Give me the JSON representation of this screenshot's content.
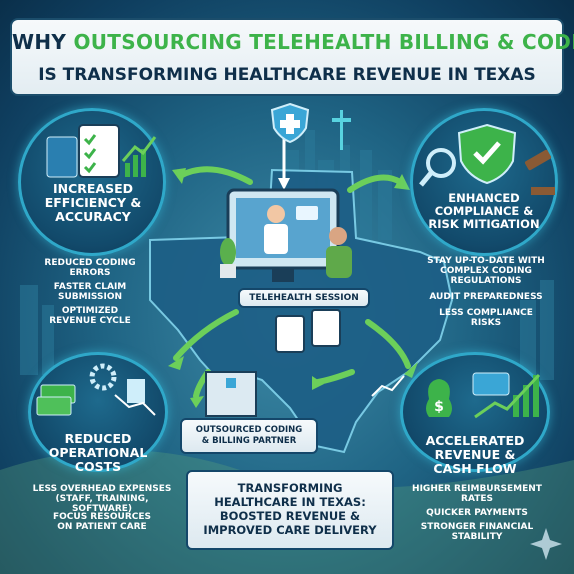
{
  "header": {
    "why": "WHY ",
    "highlight": "OUTSOURCING TELEHEALTH BILLING & CODING",
    "line2": "IS TRANSFORMING HEALTHCARE REVENUE IN TEXAS"
  },
  "center": {
    "session_label": "TELEHEALTH SESSION",
    "partner_line1": "OUTSOURCED CODING",
    "partner_line2": "& BILLING PARTNER"
  },
  "efficiency": {
    "title_lines": [
      "INCREASED",
      "EFFICIENCY &",
      "ACCURACY"
    ],
    "bullets": [
      [
        "REDUCED CODING",
        "ERRORS"
      ],
      [
        "FASTER CLAIM",
        "SUBMISSION"
      ],
      [
        "OPTIMIZED",
        "REVENUE CYCLE"
      ]
    ]
  },
  "compliance": {
    "title_lines": [
      "ENHANCED",
      "COMPLIANCE &",
      "RISK MITIGATION"
    ],
    "bullets": [
      [
        "STAY UP-TO-DATE WITH",
        "COMPLEX CODING",
        "REGULATIONS"
      ],
      [
        "AUDIT PREPAREDNESS"
      ],
      [
        "LESS COMPLIANCE",
        "RISKS"
      ]
    ]
  },
  "costs": {
    "title_lines": [
      "REDUCED",
      "OPERATIONAL",
      "COSTS"
    ],
    "bullets": [
      [
        "LESS OVERHEAD EXPENSES",
        "(STAFF, TRAINING, SOFTWARE)"
      ],
      [
        "FOCUS RESOURCES",
        "ON PATIENT CARE"
      ]
    ]
  },
  "revenue": {
    "title_lines": [
      "ACCELERATED",
      "REVENUE &",
      "CASH FLOW"
    ],
    "bullets": [
      [
        "HIGHER REIMBURSEMENT",
        "RATES"
      ],
      [
        "QUICKER PAYMENTS"
      ],
      [
        "STRONGER FINANCIAL",
        "STABILITY"
      ]
    ]
  },
  "footer": {
    "lines": [
      "TRANSFORMING",
      "HEALTHCARE IN TEXAS:",
      "BOOSTED REVENUE &",
      "IMPROVED CARE DELIVERY"
    ]
  },
  "colors": {
    "accent_green": "#3db34a",
    "ring_cyan": "#2fa8c9",
    "navy_text": "#0f2f4a"
  }
}
